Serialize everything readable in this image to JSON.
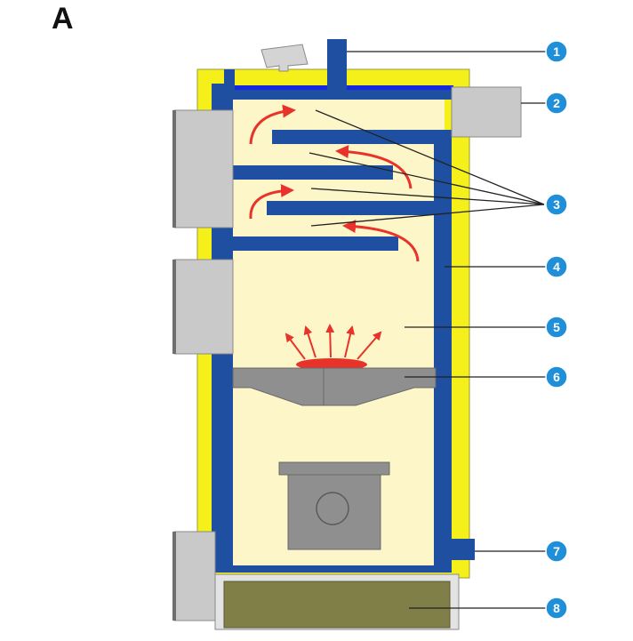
{
  "panel_label": "A",
  "colors": {
    "insulation": "#f5f019",
    "water_jacket": "#1f4fa0",
    "chamber": "#fdf6c8",
    "door": "#c9c9c9",
    "grate": "#8f8f8f",
    "ash_box": "#7f7f47",
    "flame_arrow": "#e8332b",
    "callout_circle": "#1e8fd8"
  },
  "callouts": [
    {
      "number": "1"
    },
    {
      "number": "2"
    },
    {
      "number": "3"
    },
    {
      "number": "4"
    },
    {
      "number": "5"
    },
    {
      "number": "6"
    },
    {
      "number": "7"
    },
    {
      "number": "8"
    }
  ]
}
